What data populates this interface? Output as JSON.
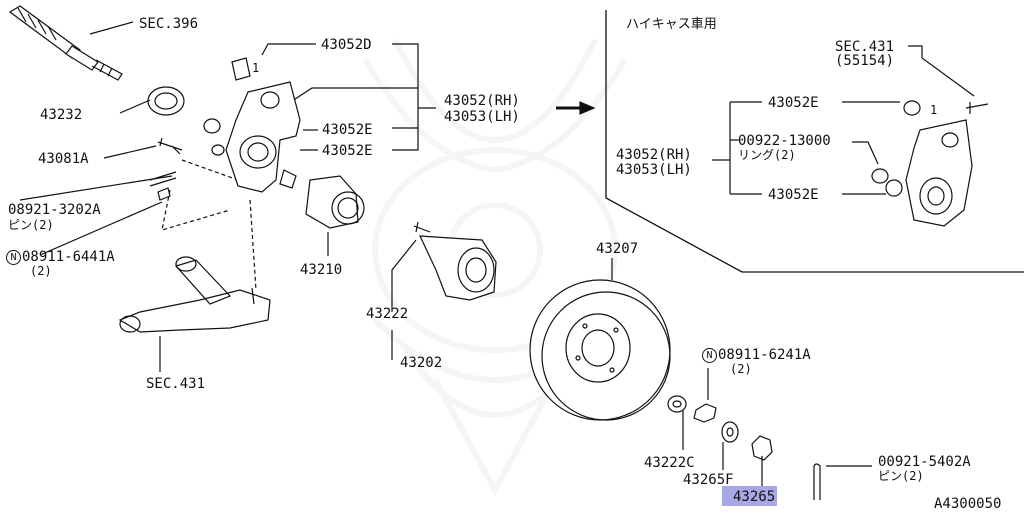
{
  "colors": {
    "line": "#111111",
    "highlight": "#a9a8e6",
    "watermark": "#9a9a9a"
  },
  "icons": [
    "drive-shaft-icon",
    "knuckle-icon",
    "hub-bearing-icon",
    "hub-flange-icon",
    "brake-rotor-icon",
    "lower-arm-icon",
    "nut-icon",
    "washer-icon",
    "cotter-pin-icon",
    "arrow-right-icon",
    "samurai-watermark-icon"
  ],
  "labels": {
    "sec396": "SEC.396",
    "p43052d": "43052D",
    "p43232": "43232",
    "p43052e_a": "43052E",
    "p43052e_b": "43052E",
    "p43052_rh": "43052(RH)",
    "p43053_lh": "43053(LH)",
    "p43081a": "43081A",
    "p08921_line1": "08921-3202A",
    "p08921_line2": "ピン(2)",
    "p08911_6441_line1": "08911-6441A",
    "p08911_6441_line2": "(2)",
    "p43210": "43210",
    "p43222": "43222",
    "p43202": "43202",
    "sec431_lower": "SEC.431",
    "p43207": "43207",
    "p08911_6241_line1": "08911-6241A",
    "p08911_6241_line2": "(2)",
    "p43222c": "43222C",
    "p43265f": "43265F",
    "p43265": "43265",
    "p00921_line1": "00921-5402A",
    "p00921_line2": "ピン(2)",
    "diagram_id": "A4300050",
    "n_mark": "N"
  },
  "inset": {
    "title": "ハイキャス車用",
    "sec431_line1": "SEC.431",
    "sec431_line2": "(55154)",
    "p43052e_top": "43052E",
    "p00922_line1": "00922-13000",
    "p00922_line2": "リング(2)",
    "p43052_rh": "43052(RH)",
    "p43053_lh": "43053(LH)",
    "p43052e_bottom": "43052E",
    "callout_num": "1"
  },
  "callout_num_main": "1"
}
